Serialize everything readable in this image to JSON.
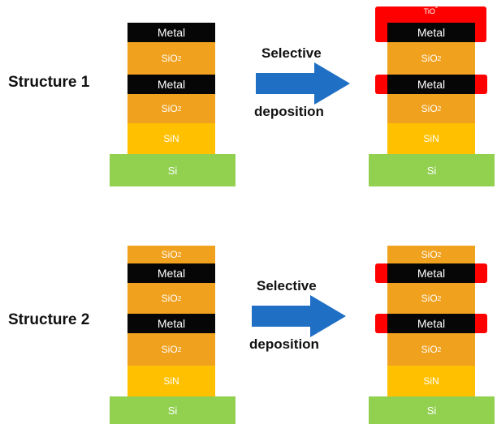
{
  "structure1": {
    "label": "Structure 1",
    "arrow_top": "Selective",
    "arrow_bottom": "deposition",
    "before_layers": [
      "Metal",
      "SiO",
      "Metal",
      "SiO",
      "SiN",
      "Si"
    ],
    "after_layers": [
      "Metal",
      "SiO",
      "Metal",
      "SiO",
      "SiN",
      "Si"
    ],
    "tio2": "TiO"
  },
  "structure2": {
    "label": "Structure 2",
    "arrow_top": "Selective",
    "arrow_bottom": "deposition",
    "before_layers": [
      "SiO",
      "Metal",
      "SiO",
      "Metal",
      "SiO",
      "SiN",
      "Si"
    ],
    "after_layers": [
      "SiO",
      "Metal",
      "SiO",
      "Metal",
      "SiO",
      "SiN",
      "Si"
    ]
  },
  "sub2": "2",
  "colors": {
    "metal": "#060606",
    "sio2": "#f0a11e",
    "sin": "#ffc000",
    "si": "#92d050",
    "tio2": "#ff0000",
    "arrow": "#1f6fc5"
  }
}
